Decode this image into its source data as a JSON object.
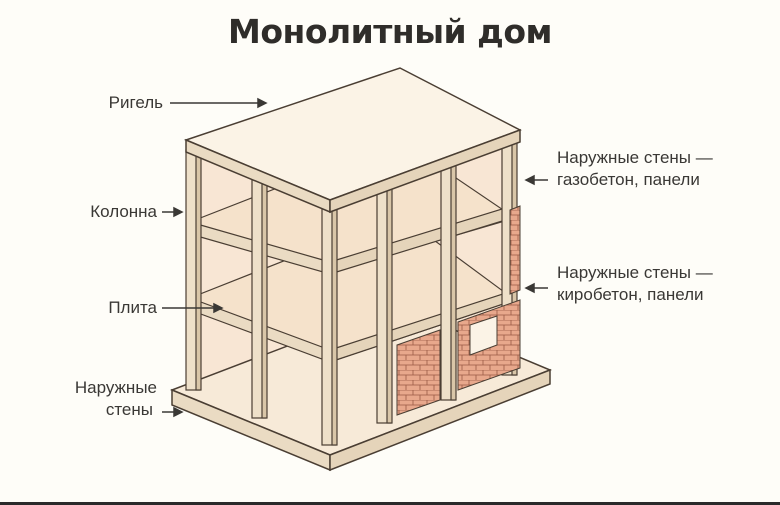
{
  "title": "Монолитный дом",
  "labels": {
    "rigel": "Ригель",
    "column": "Колонна",
    "slab": "Плита",
    "outer_walls_left_line1": "Наружные",
    "outer_walls_left_line2": "стены",
    "outer_walls_aerated_line1": "Наружные стены —",
    "outer_walls_aerated_line2": "газобетон, панели",
    "outer_walls_brick_line1": "Наружные стены —",
    "outer_walls_brick_line2": "киробетон, панели"
  },
  "colors": {
    "background": "#fefdf8",
    "slab": "#f7ead8",
    "slab_top": "#fbf3e6",
    "column": "#eee0c9",
    "column_shade": "#d9c6a8",
    "outline": "#4a3e33",
    "brick": "#e8a88c",
    "brick_mortar": "#9a5a44",
    "interior": "#f8e6d4"
  }
}
